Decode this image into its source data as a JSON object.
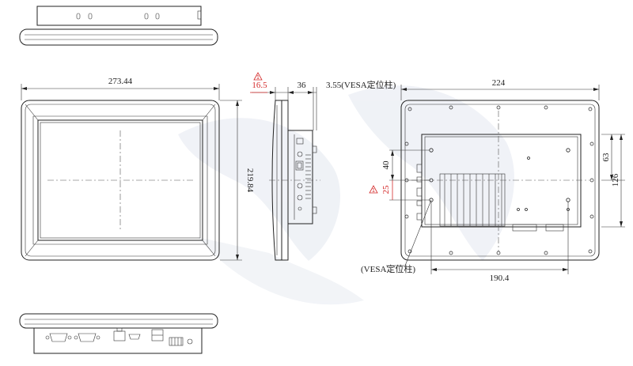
{
  "drawing": {
    "front_view": {
      "width_label": "273.44",
      "height_label": "219.84"
    },
    "side_view": {
      "offset_label": "16.5",
      "depth_label": "36",
      "vesa_depth_label": "3.55(VESA定位柱)"
    },
    "rear_view": {
      "width_label": "224",
      "height_outer_label": "126",
      "height_inner_label": "63",
      "vesa_spacing_label": "190.4",
      "port_offset_top_label": "40",
      "port_offset_bottom_label": "25",
      "vesa_note_label": "(VESA定位柱)"
    },
    "colors": {
      "line": "#222222",
      "revision_mark": "#d42a2a",
      "watermark": "#e9edf4"
    }
  }
}
